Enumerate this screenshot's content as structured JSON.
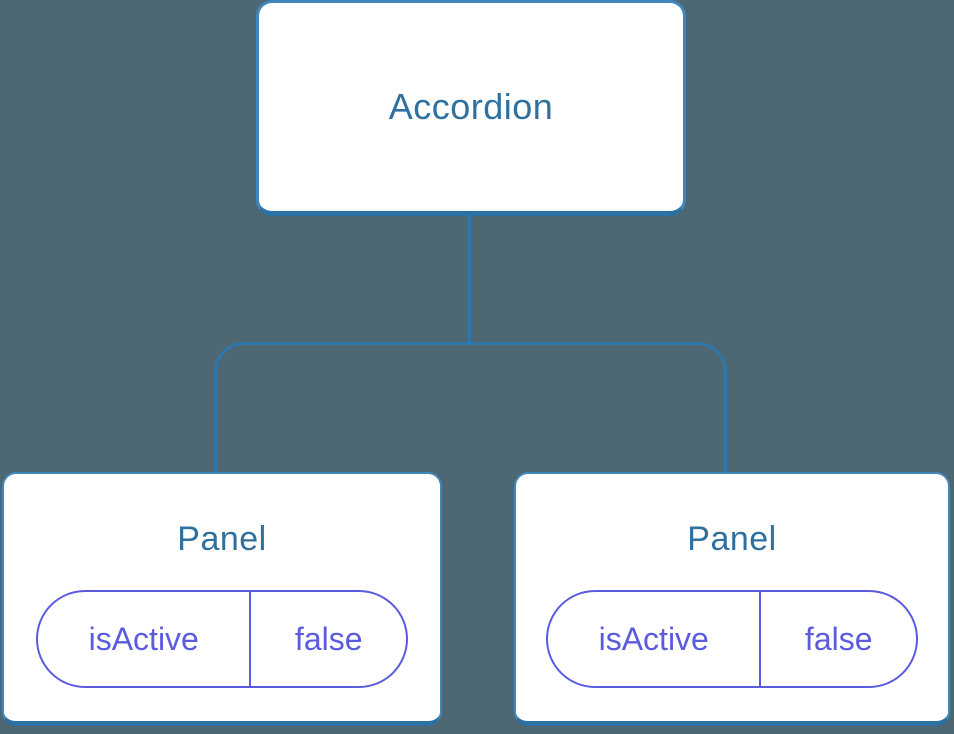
{
  "colors": {
    "bg": "#4d6872",
    "line": "#2e77ad",
    "box_border": "#4186ba",
    "box_border_bottom": "#2c71a6",
    "label": "#2f709f",
    "pill": "#5b5be0"
  },
  "root": {
    "label": "Accordion"
  },
  "panels": [
    {
      "label": "Panel",
      "state": {
        "key": "isActive",
        "value": "false"
      }
    },
    {
      "label": "Panel",
      "state": {
        "key": "isActive",
        "value": "false"
      }
    }
  ]
}
